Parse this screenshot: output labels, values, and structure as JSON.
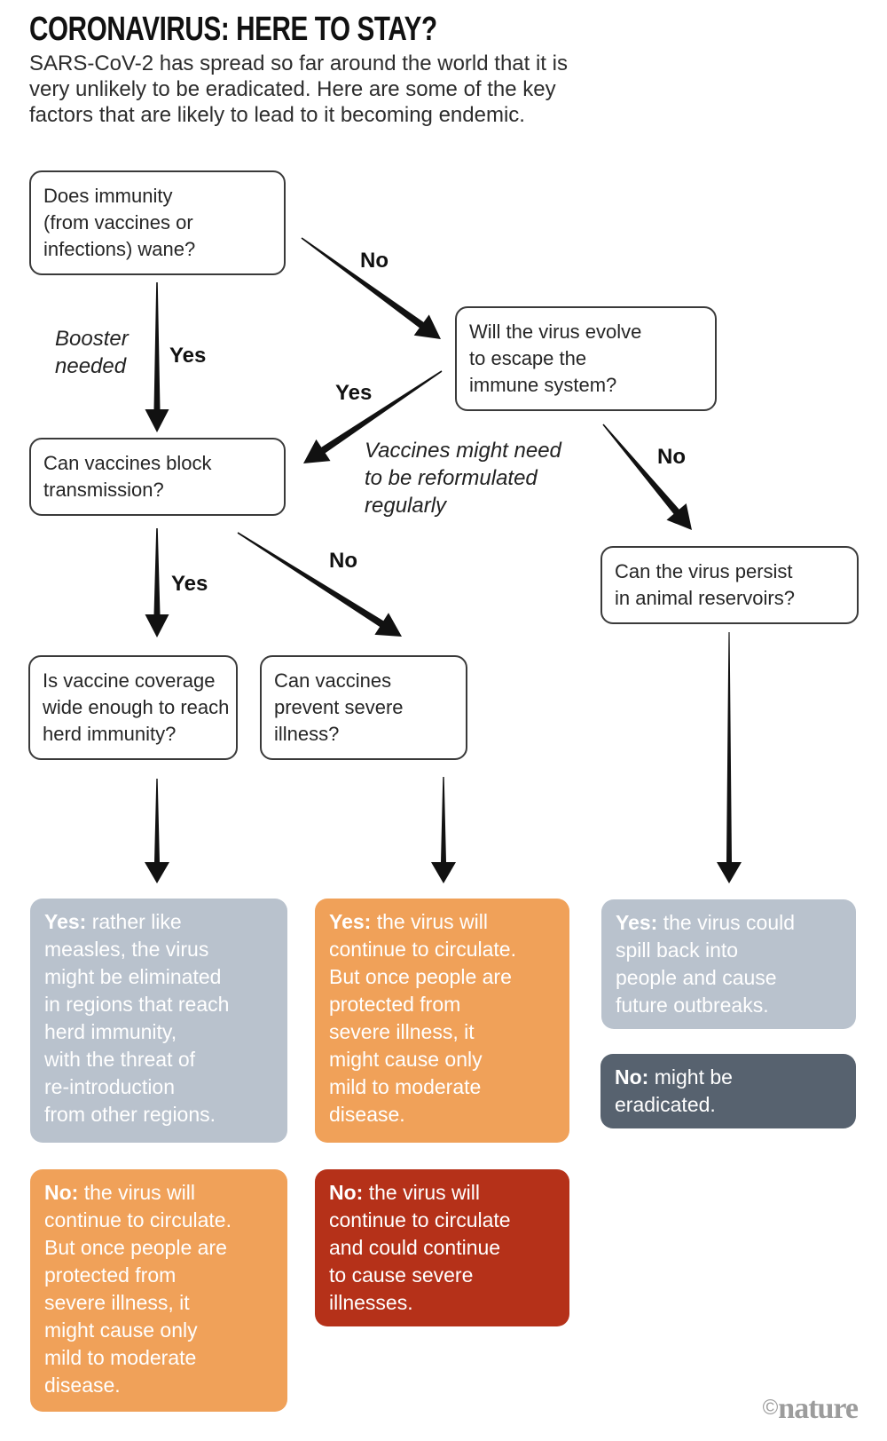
{
  "header": {
    "title": "CORONAVIRUS: HERE TO STAY?",
    "subtitle": "SARS-CoV-2 has spread so far around the world that it is\nvery unlikely to be eradicated. Here are some of the key\nfactors that are likely to lead to it becoming endemic."
  },
  "colors": {
    "grayblue": "#B9C2CD",
    "orange": "#F0A159",
    "red": "#B53119",
    "slate": "#57626F"
  },
  "questions": {
    "immunity_wane": "Does immunity\n(from vaccines or\ninfections) wane?",
    "virus_evolve": "Will the virus evolve\nto escape the\nimmune system?",
    "block_transmission": "Can vaccines block\ntransmission?",
    "coverage": "Is vaccine coverage\nwide enough to reach\nherd immunity?",
    "prevent_severe": "Can vaccines\nprevent severe\nillness?",
    "animal_reservoirs": "Can the virus persist\nin animal reservoirs?"
  },
  "labels": {
    "wane_no": "No",
    "wane_yes": "Yes",
    "booster_note": "Booster\nneeded",
    "evolve_yes": "Yes",
    "reformulate_note": "Vaccines might need\nto be reformulated\nregularly",
    "evolve_no": "No",
    "transmission_yes": "Yes",
    "transmission_no": "No"
  },
  "outcomes": {
    "coverage_yes": {
      "prefix": "Yes:",
      "text": " rather like\nmeasles, the virus\nmight be eliminated\nin regions that reach\nherd immunity,\nwith the threat of\nre-introduction\nfrom other regions."
    },
    "coverage_no": {
      "prefix": "No:",
      "text": " the virus will\ncontinue to circulate.\nBut once people are\nprotected from\nsevere illness, it\nmight cause only\nmild to moderate\ndisease."
    },
    "severe_yes": {
      "prefix": "Yes:",
      "text": " the virus will\ncontinue to circulate.\nBut once people are\nprotected from\nsevere illness, it\nmight cause only\nmild to moderate\ndisease."
    },
    "severe_no": {
      "prefix": "No:",
      "text": " the virus will\ncontinue to circulate\nand could continue\nto cause severe\nillnesses."
    },
    "reservoir_yes": {
      "prefix": "Yes:",
      "text": " the virus could\nspill back into\npeople and cause\nfuture outbreaks."
    },
    "reservoir_no": {
      "prefix": "No:",
      "text": " might be\neradicated."
    }
  },
  "footer": {
    "credit_symbol": "©",
    "credit_name": "nature"
  }
}
